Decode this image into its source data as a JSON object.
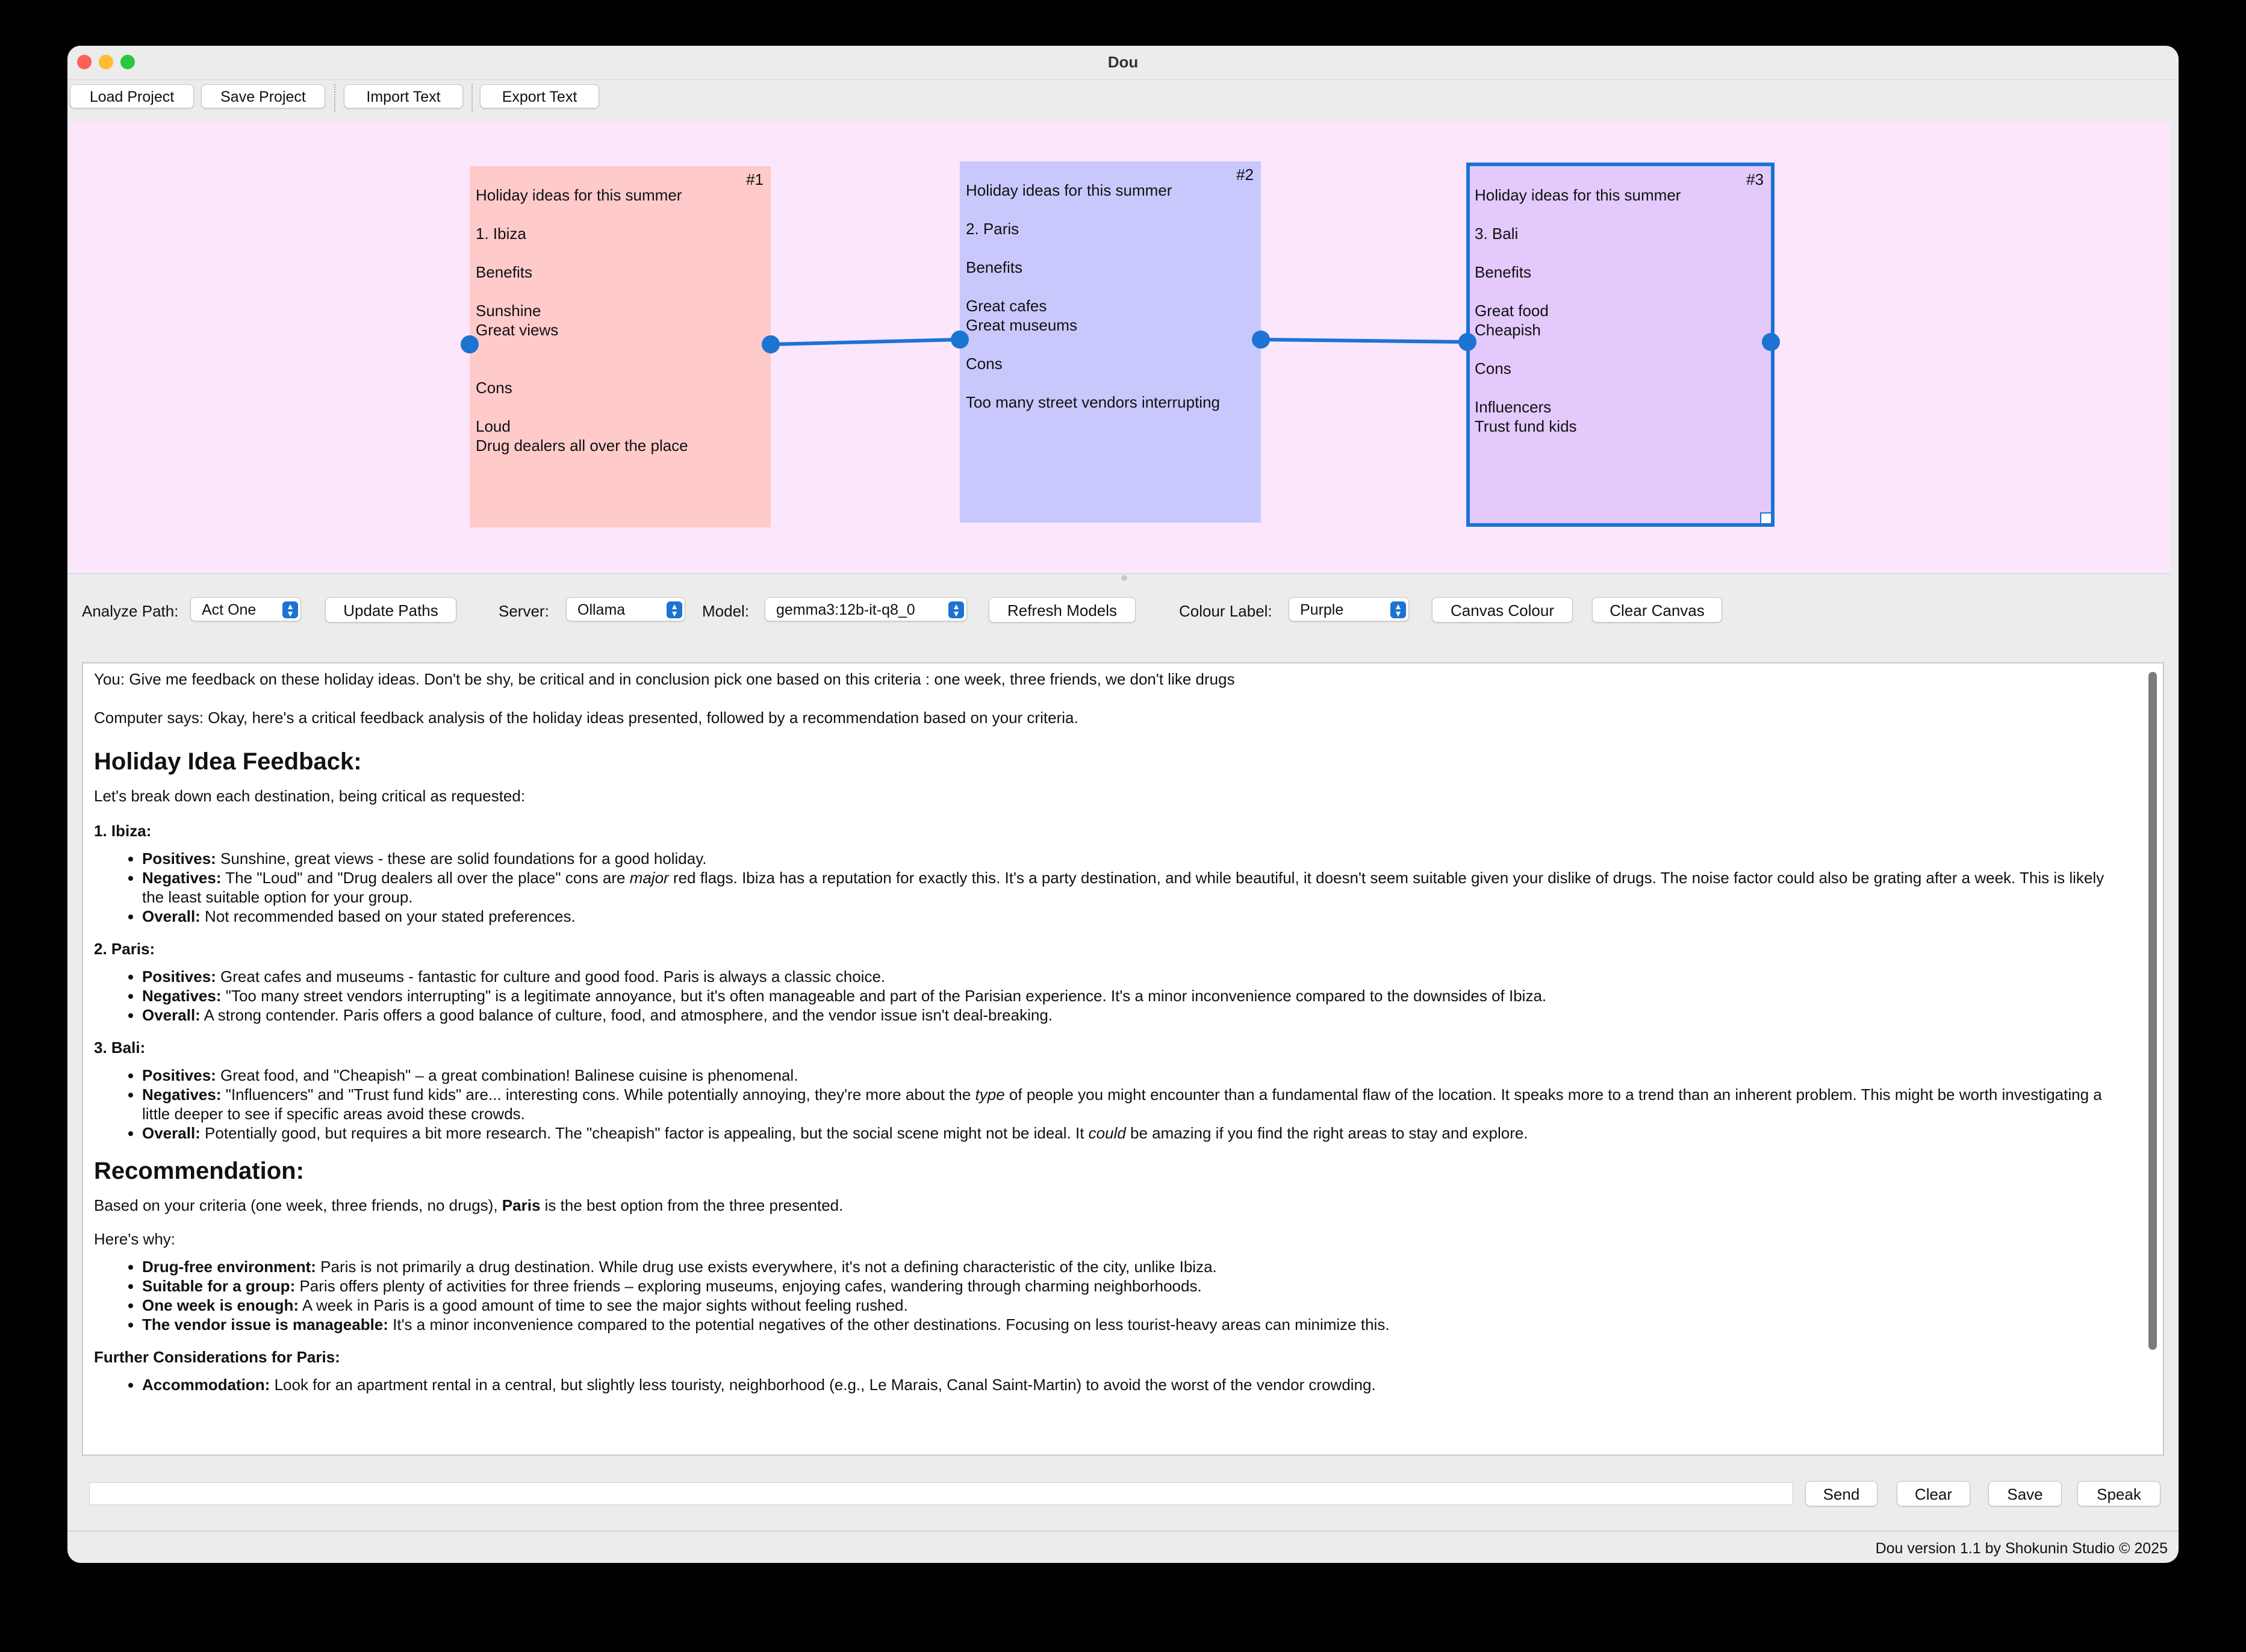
{
  "window": {
    "title": "Dou"
  },
  "toolbar": {
    "load_project": "Load Project",
    "save_project": "Save Project",
    "import_text": "Import Text",
    "export_text": "Export Text"
  },
  "canvas": {
    "background": "#fce6fb",
    "link_color": "#1b74d2",
    "notes": [
      {
        "number": "#1",
        "color": "#ffcaca",
        "selected": false,
        "lines": [
          "Holiday ideas for this summer",
          "",
          "1. Ibiza",
          "",
          "Benefits",
          "",
          "Sunshine",
          "Great views",
          "",
          "",
          "Cons",
          "",
          "Loud",
          "Drug dealers all over the place"
        ]
      },
      {
        "number": "#2",
        "color": "#c9c8fc",
        "selected": false,
        "lines": [
          "Holiday ideas for this summer",
          "",
          "2. Paris",
          "",
          "Benefits",
          "",
          "Great cafes",
          "Great museums",
          "",
          "Cons",
          "",
          "Too many street vendors interrupting"
        ]
      },
      {
        "number": "#3",
        "color": "#e3c9fc",
        "selected": true,
        "lines": [
          "Holiday ideas for this summer",
          "",
          "3. Bali",
          "",
          "Benefits",
          "",
          "Great food",
          "Cheapish",
          "",
          "Cons",
          "",
          "Influencers",
          "Trust fund kids"
        ]
      }
    ]
  },
  "controls": {
    "analyze_path_label": "Analyze Path:",
    "analyze_path_value": "Act One",
    "update_paths": "Update Paths",
    "server_label": "Server:",
    "server_value": "Ollama",
    "model_label": "Model:",
    "model_value": "gemma3:12b-it-q8_0",
    "refresh_models": "Refresh Models",
    "colour_label": "Colour Label:",
    "colour_value": "Purple",
    "canvas_colour": "Canvas Colour",
    "clear_canvas": "Clear Canvas"
  },
  "output": {
    "you": "You: Give me feedback on these holiday ideas. Don't be shy, be critical and in conclusion pick one based on this criteria : one week, three friends, we don't like drugs",
    "computer": "Computer says: Okay, here's a critical feedback analysis of the holiday ideas presented, followed by a recommendation based on your criteria.",
    "h_feedback": "Holiday Idea Feedback:",
    "intro": "Let's break down each destination, being critical as requested:",
    "ibiza": {
      "title": "1. Ibiza:",
      "pos_label": "Positives:",
      "pos": " Sunshine, great views - these are solid foundations for a good holiday.",
      "neg_label": "Negatives:",
      "neg_a": " The \"Loud\" and \"Drug dealers all over the place\" cons are ",
      "neg_em": "major",
      "neg_b": " red flags. Ibiza has a reputation for exactly this. It's a party destination, and while beautiful, it doesn't seem suitable given your dislike of drugs. The noise factor could also be grating after a week. This is likely the least suitable option for your group.",
      "ovr_label": "Overall:",
      "ovr": " Not recommended based on your stated preferences."
    },
    "paris": {
      "title": "2. Paris:",
      "pos_label": "Positives:",
      "pos": " Great cafes and museums - fantastic for culture and good food. Paris is always a classic choice.",
      "neg_label": "Negatives:",
      "neg": " \"Too many street vendors interrupting\" is a legitimate annoyance, but it's often manageable and part of the Parisian experience. It's a minor inconvenience compared to the downsides of Ibiza.",
      "ovr_label": "Overall:",
      "ovr": " A strong contender. Paris offers a good balance of culture, food, and atmosphere, and the vendor issue isn't deal-breaking."
    },
    "bali": {
      "title": "3. Bali:",
      "pos_label": "Positives:",
      "pos": " Great food, and \"Cheapish\" – a great combination! Balinese cuisine is phenomenal.",
      "neg_label": "Negatives:",
      "neg_a": " \"Influencers\" and \"Trust fund kids\" are... interesting cons. While potentially annoying, they're more about the ",
      "neg_em": "type",
      "neg_b": " of people you might encounter than a fundamental flaw of the location. It speaks more to a trend than an inherent problem. This might be worth investigating a little deeper to see if specific areas avoid these crowds.",
      "ovr_label": "Overall:",
      "ovr_a": " Potentially good, but requires a bit more research. The \"cheapish\" factor is appealing, but the social scene might not be ideal. It ",
      "ovr_em": "could",
      "ovr_b": " be amazing if you find the right areas to stay and explore."
    },
    "h_reco": "Recommendation:",
    "reco_a": "Based on your criteria (one week, three friends, no drugs), ",
    "reco_bold": "Paris",
    "reco_b": " is the best option from the three presented.",
    "why": "Here's why:",
    "reasons": [
      {
        "label": "Drug-free environment:",
        "text": " Paris is not primarily a drug destination. While drug use exists everywhere, it's not a defining characteristic of the city, unlike Ibiza."
      },
      {
        "label": "Suitable for a group:",
        "text": " Paris offers plenty of activities for three friends – exploring museums, enjoying cafes, wandering through charming neighborhoods."
      },
      {
        "label": "One week is enough:",
        "text": " A week in Paris is a good amount of time to see the major sights without feeling rushed."
      },
      {
        "label": "The vendor issue is manageable:",
        "text": " It's a minor inconvenience compared to the potential negatives of the other destinations. Focusing on less tourist-heavy areas can minimize this."
      }
    ],
    "further": "Further Considerations for Paris:",
    "accom_label": "Accommodation:",
    "accom": " Look for an apartment rental in a central, but slightly less touristy, neighborhood (e.g., Le Marais, Canal Saint-Martin) to avoid the worst of the vendor crowding."
  },
  "bottom": {
    "input_value": "",
    "send": "Send",
    "clear": "Clear",
    "save": "Save",
    "speak": "Speak"
  },
  "status": "Dou version 1.1 by Shokunin Studio © 2025"
}
